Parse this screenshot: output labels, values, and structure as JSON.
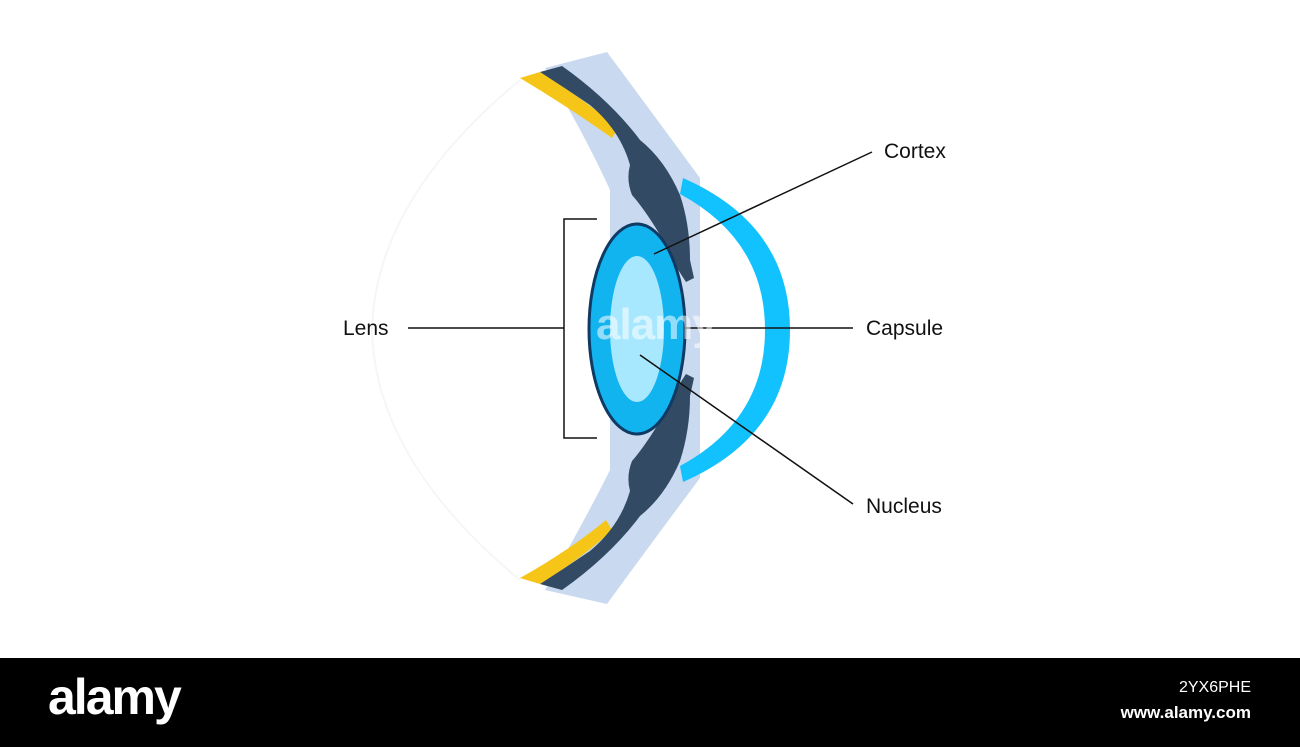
{
  "labels": {
    "lens": "Lens",
    "cortex": "Cortex",
    "capsule": "Capsule",
    "nucleus": "Nucleus"
  },
  "watermark": "alamy",
  "footer": {
    "logo": "alamy",
    "image_id": "2YX6PHE",
    "url": "www.alamy.com"
  },
  "colors": {
    "sclera": "#c9d9f0",
    "ciliary_body": "#324a63",
    "choroid": "#f5c518",
    "cornea": "#12c2ff",
    "lens_outer": "#12b4f0",
    "lens_outline": "#0f3a63",
    "nucleus": "#a8e8ff",
    "footer": "#000000"
  }
}
